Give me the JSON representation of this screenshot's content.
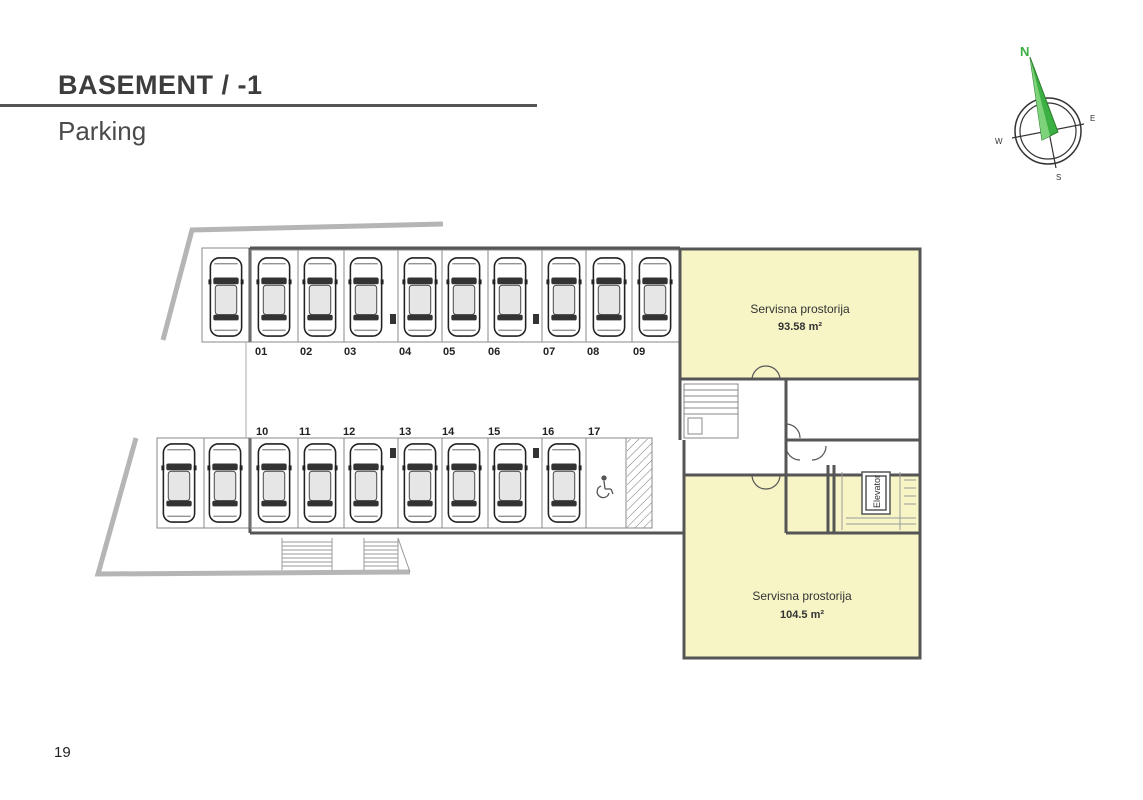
{
  "header": {
    "title": "BASEMENT / -1",
    "subtitle": "Parking"
  },
  "compass": {
    "north": "N",
    "east": "E",
    "south": "S",
    "west": "W",
    "accent_color": "#3cb043"
  },
  "floorplan": {
    "top_row_spots": [
      "01",
      "02",
      "03",
      "04",
      "05",
      "06",
      "07",
      "08",
      "09"
    ],
    "bottom_row_spots": [
      "10",
      "11",
      "12",
      "13",
      "14",
      "15",
      "16",
      "17"
    ],
    "rooms": [
      {
        "name": "Servisna prostorija",
        "area": "93.58 m²"
      },
      {
        "name": "Servisna prostorija",
        "area": "104.5 m²"
      }
    ],
    "elevator_label": "Elevator",
    "room_fill_color": "#f7f5c6"
  },
  "footer": {
    "page_number": "19"
  }
}
